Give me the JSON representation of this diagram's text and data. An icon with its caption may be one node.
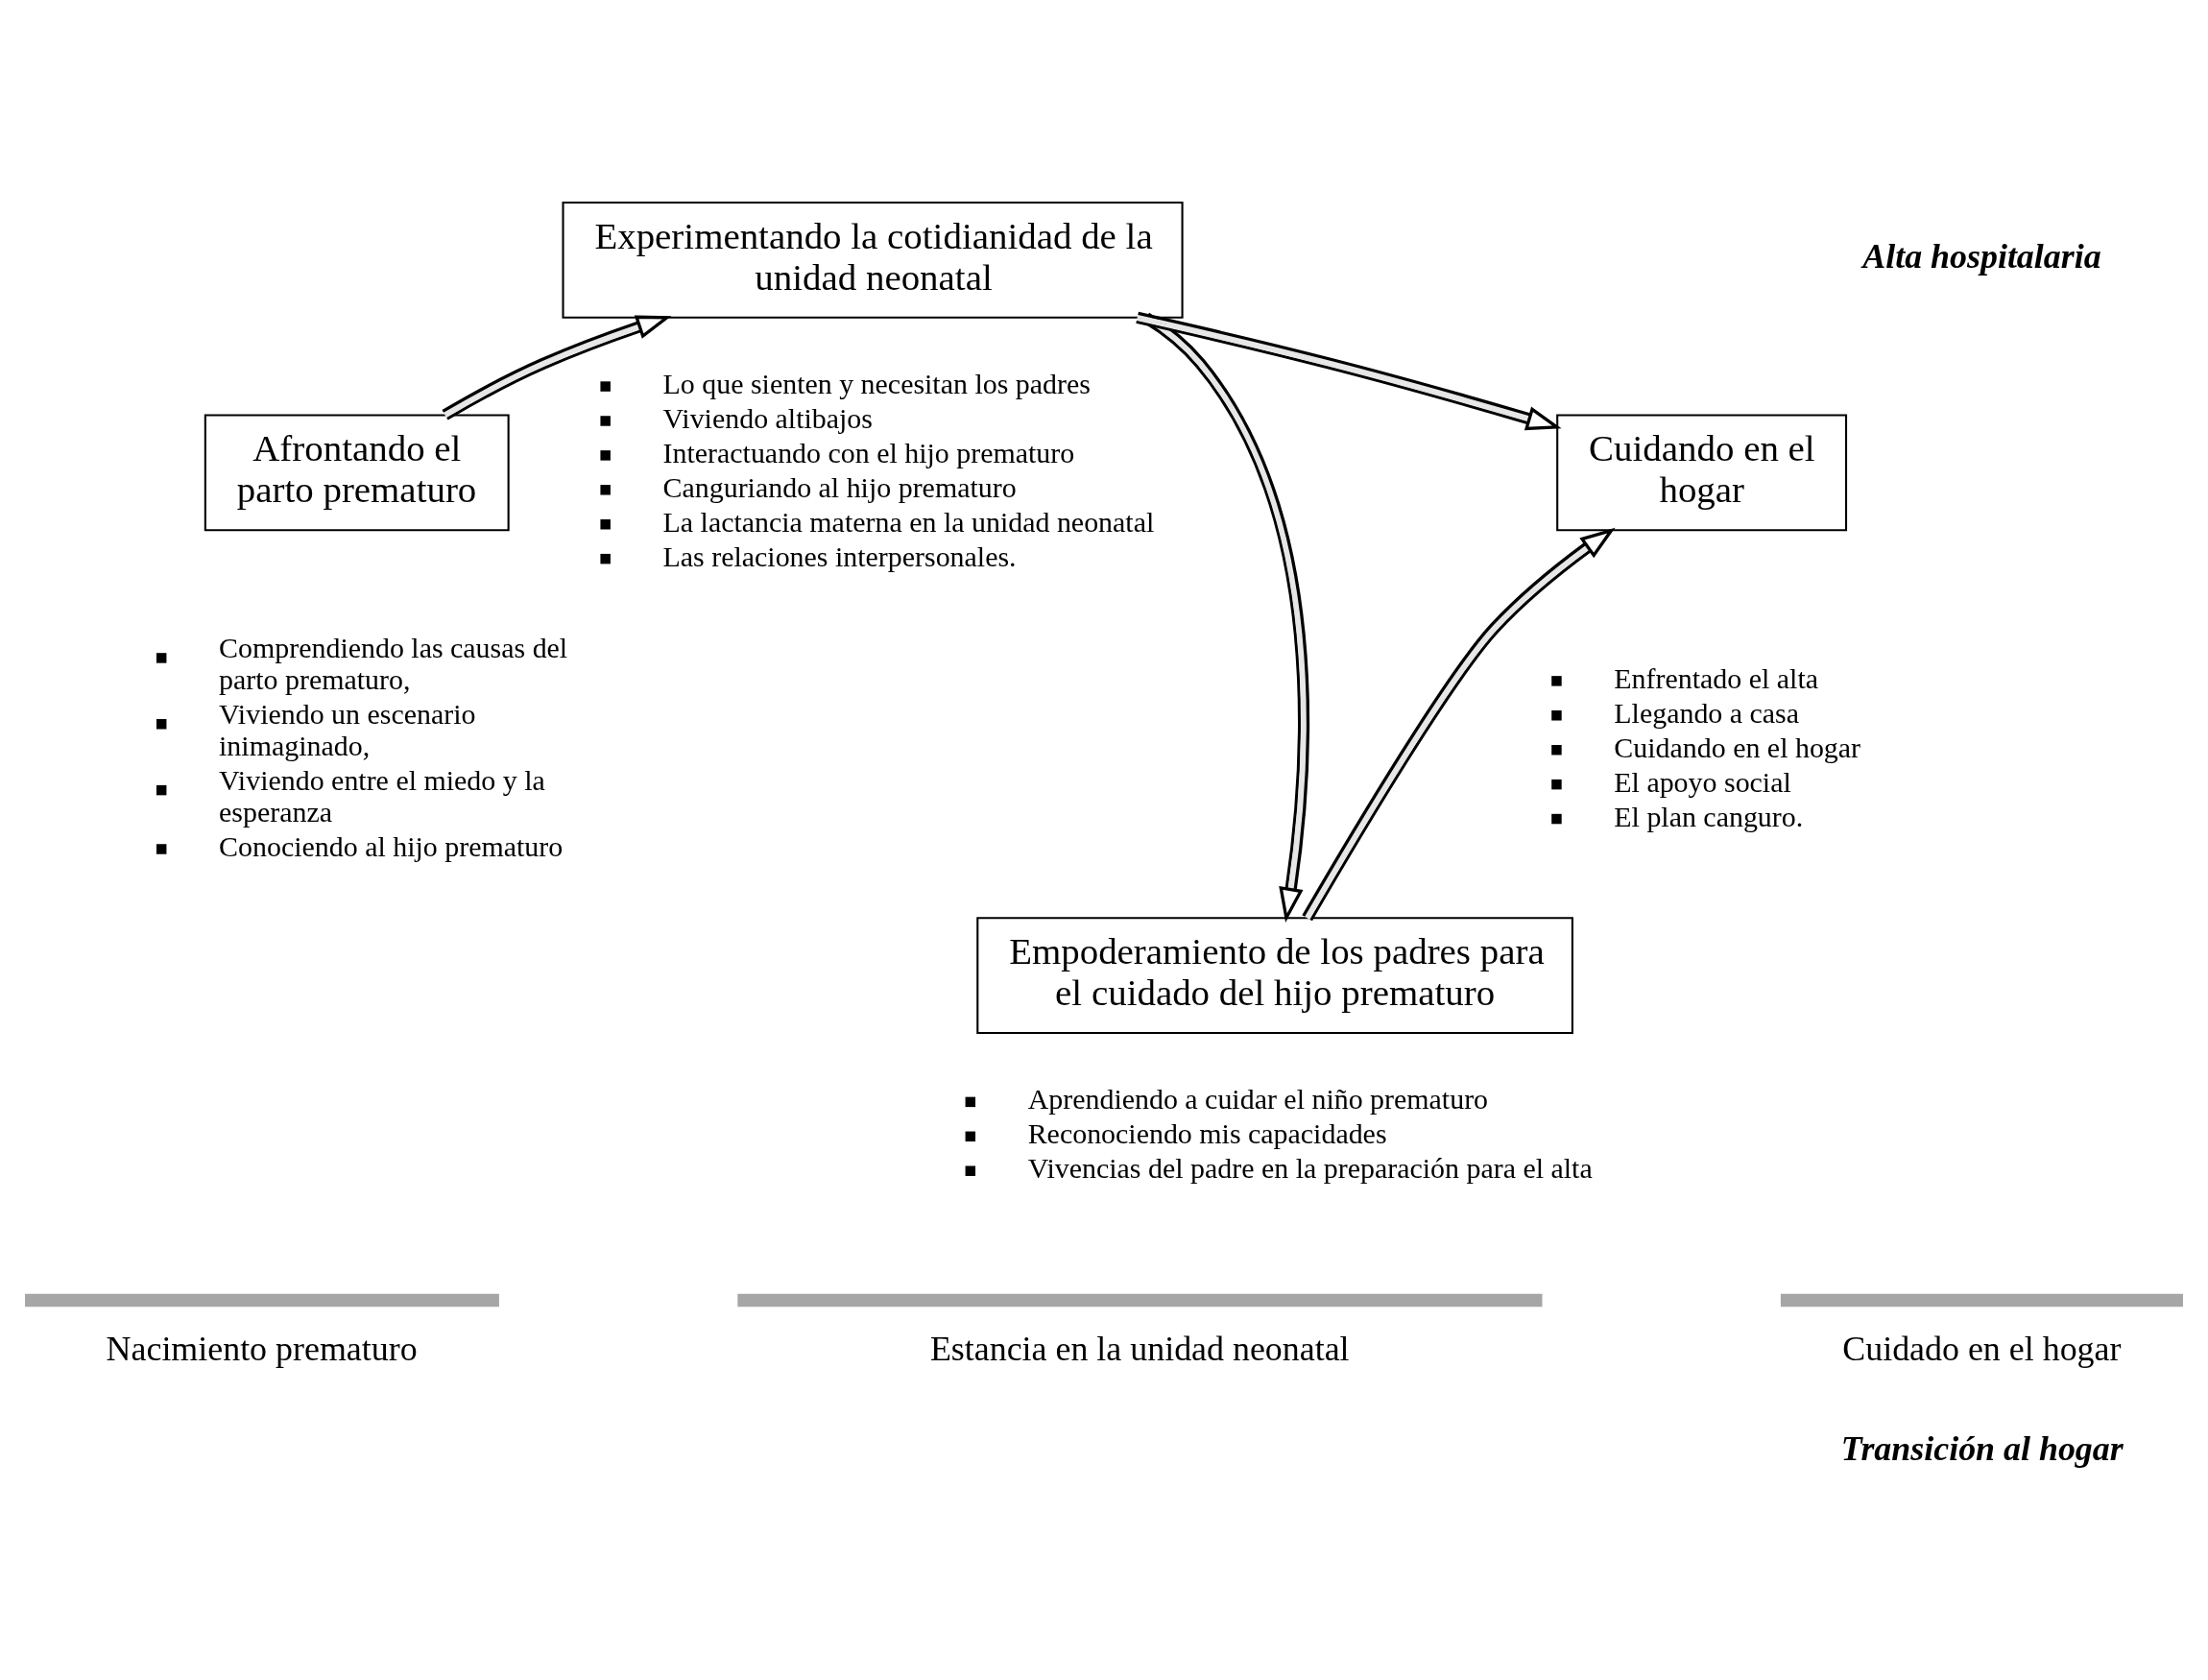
{
  "diagram": {
    "nodes": [
      {
        "text": [
          "Afrontando el parto prematuro"
        ],
        "beside": [
          "Comprendiendo las causas del parto prematuro,",
          "Viviendo un escenario inimaginado,",
          "Viviendo entre el miedo y la esperanza",
          "Conociendo al hijo prematuro"
        ]
      },
      {
        "text": [
          "Experimentando la cotidianidad de la unidad neonatal"
        ],
        "beside": [
          "Lo que sienten y necesitan los padres",
          "Viviendo altibajos",
          "Interactuando con el hijo prematuro",
          "Canguriando al hijo prematuro",
          "La lactancia materna en la unidad neonatal",
          "Las relaciones interpersonales."
        ]
      },
      {
        "text": [
          "Empoderamiento de los padres para el cuidado del hijo prematuro"
        ],
        "beside": [
          "Aprendiendo a cuidar el niño prematuro",
          "Reconociendo mis capacidades",
          "Vivencias del padre en la preparación para el alta"
        ]
      },
      {
        "text": [
          "Cuidando en el hogar"
        ],
        "beside": [
          "Enfrentado el alta",
          "Llegando a casa",
          "Cuidando en el hogar",
          "El apoyo social",
          "El plan canguro."
        ]
      }
    ],
    "edges": [
      {
        "from": 0,
        "to": 1,
        "arrow": "to"
      },
      {
        "from": 1,
        "to": 3,
        "arrow": "to"
      },
      {
        "from": 1,
        "to": 2,
        "arrow": "to"
      },
      {
        "from": 2,
        "to": 3,
        "arrow": "to"
      }
    ],
    "labels": [
      "Alta hospitalaria",
      "Nacimiento prematuro",
      "Estancia en la unidad neonatal",
      "Cuidado en el hogar",
      "Transición al hogar"
    ]
  }
}
